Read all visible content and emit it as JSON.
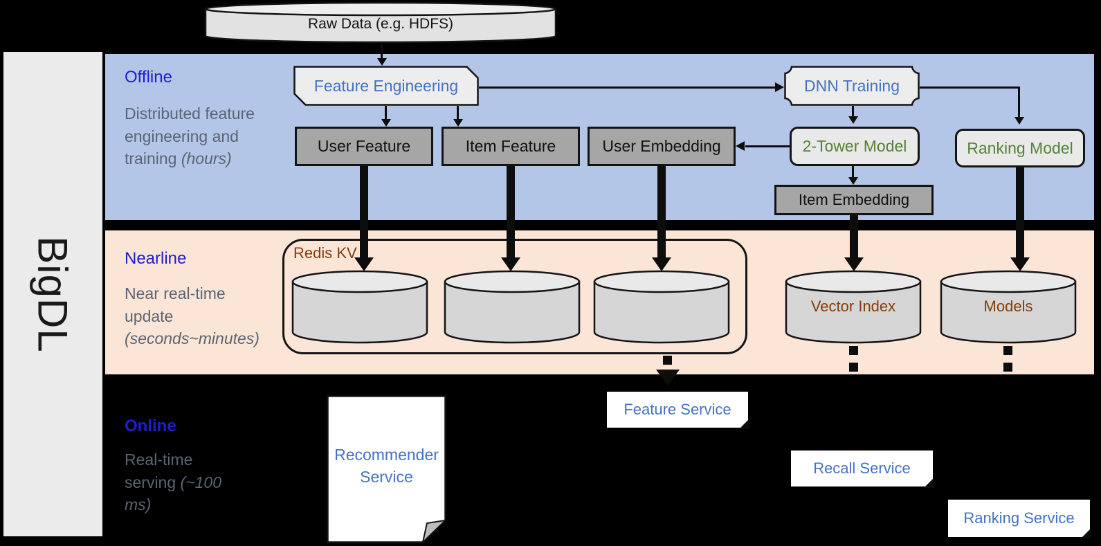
{
  "diagram": {
    "product": "BigDL",
    "source_store": "Raw Data (e.g. HDFS)"
  },
  "bands": {
    "offline": {
      "title": "Offline",
      "desc": "Distributed feature engineering and training",
      "note": "(hours)"
    },
    "nearline": {
      "title": "Nearline",
      "desc": "Near real-time update",
      "note": "(seconds~minutes)"
    },
    "online": {
      "title": "Online",
      "desc": "Real-time serving",
      "note": "(~100 ms)"
    }
  },
  "offline_nodes": {
    "feature_engineering": "Feature Engineering",
    "dnn_training": "DNN Training",
    "user_feature": "User Feature",
    "item_feature": "Item Feature",
    "user_embedding": "User Embedding",
    "two_tower_model": "2-Tower Model",
    "ranking_model": "Ranking Model",
    "item_embedding": "Item Embedding"
  },
  "nearline_nodes": {
    "redis_kv": "Redis KV",
    "vector_index": "Vector Index",
    "models": "Models"
  },
  "online_nodes": {
    "recommender_service": "Recommender Service",
    "feature_service": "Feature Service",
    "recall_service": "Recall Service",
    "ranking_service": "Ranking Service"
  },
  "colors": {
    "background": "#000000",
    "sidebar": "#ebebeb",
    "offline_band": "#b3c6e7",
    "nearline_band": "#fbe5d6",
    "band_title_blue": "#1d1dd0",
    "band_desc_gray": "#5a6472",
    "process_text_blue": "#4472c4",
    "model_text_green": "#548235",
    "storage_text_brown": "#843c0c",
    "data_box_gray": "#a6a6a6",
    "shape_fill_light": "#ededed",
    "cylinder_fill": "#d6d6d6"
  }
}
